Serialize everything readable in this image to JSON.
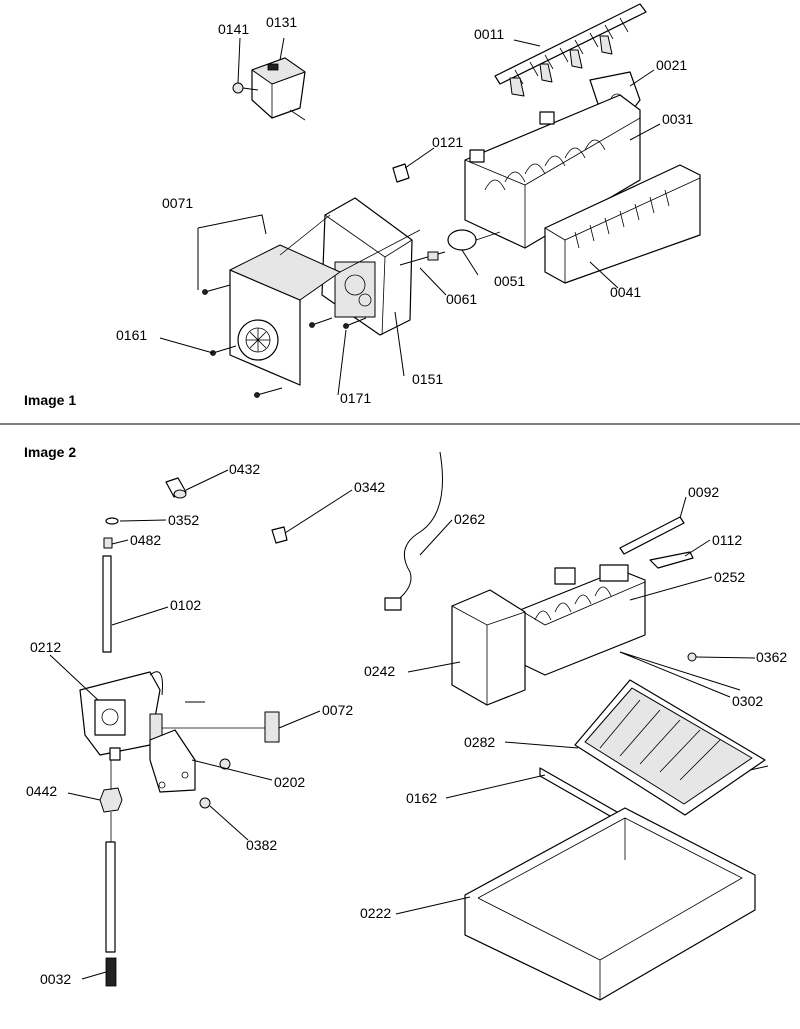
{
  "images": [
    {
      "title": "Image 1",
      "parts": [
        "0141",
        "0131",
        "0011",
        "0021",
        "0031",
        "0121",
        "0071",
        "0051",
        "0061",
        "0041",
        "0161",
        "0151",
        "0171"
      ]
    },
    {
      "title": "Image 2",
      "parts": [
        "0432",
        "0342",
        "0352",
        "0482",
        "0102",
        "0212",
        "0072",
        "0202",
        "0382",
        "0442",
        "0032",
        "0262",
        "0092",
        "0112",
        "0252",
        "0242",
        "0362",
        "0302",
        "0282",
        "0162",
        "0222"
      ]
    }
  ]
}
